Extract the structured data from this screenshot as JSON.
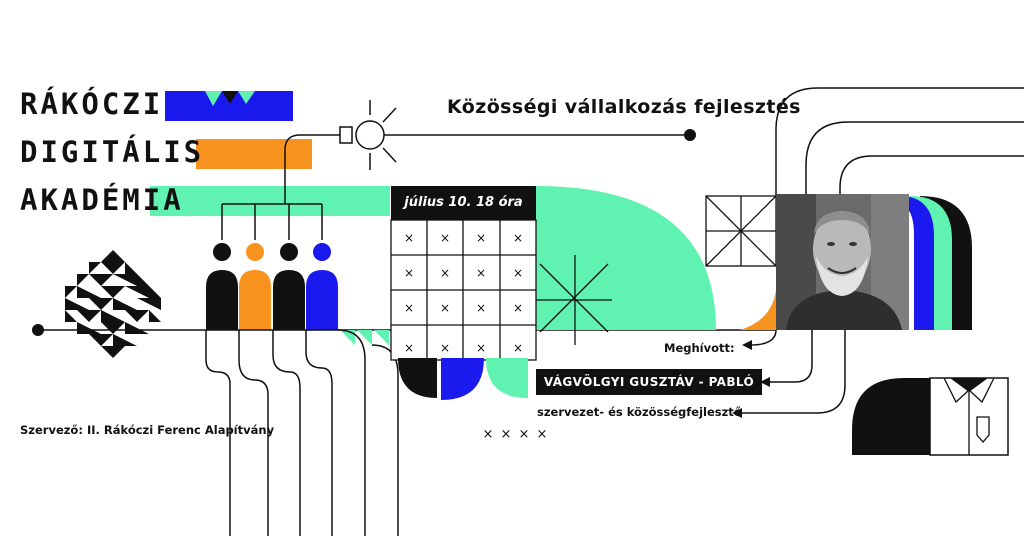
{
  "brand": {
    "line1": "RÁKÓCZI",
    "line2": "DIGITÁLIS",
    "line3": "AKADÉMIA"
  },
  "event": {
    "title": "Közösségi vállalkozás fejlesztés",
    "date": "július 10. 18 óra"
  },
  "speaker": {
    "invited_label": "Meghívott:",
    "name": "VÁGVÖLGYI GUSZTÁV - PABLÓ",
    "role": "szervezet- és közösségfejlesztő"
  },
  "organizer": "Szervező: II. Rákóczi Ferenc Alapítvány",
  "colors": {
    "blue": "#1a1aef",
    "orange": "#f7931e",
    "mint": "#5ff2b0",
    "black": "#111111"
  }
}
